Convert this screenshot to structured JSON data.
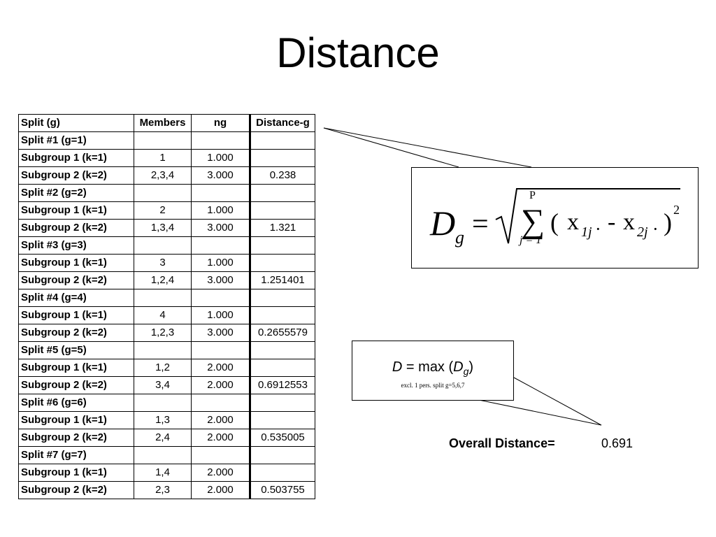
{
  "title": "Distance",
  "table": {
    "headers": [
      "Split (g)",
      "Members",
      "ng",
      "Distance-g"
    ],
    "rows": [
      [
        "Split #1 (g=1)",
        "",
        "",
        ""
      ],
      [
        "Subgroup 1 (k=1)",
        "1",
        "1.000",
        ""
      ],
      [
        "Subgroup 2 (k=2)",
        "2,3,4",
        "3.000",
        "0.238"
      ],
      [
        "Split #2 (g=2)",
        "",
        "",
        ""
      ],
      [
        "Subgroup 1 (k=1)",
        "2",
        "1.000",
        ""
      ],
      [
        "Subgroup 2 (k=2)",
        "1,3,4",
        "3.000",
        "1.321"
      ],
      [
        "Split #3 (g=3)",
        "",
        "",
        ""
      ],
      [
        "Subgroup 1 (k=1)",
        "3",
        "1.000",
        ""
      ],
      [
        "Subgroup 2 (k=2)",
        "1,2,4",
        "3.000",
        "1.251401"
      ],
      [
        "Split #4 (g=4)",
        "",
        "",
        ""
      ],
      [
        "Subgroup 1 (k=1)",
        "4",
        "1.000",
        ""
      ],
      [
        "Subgroup 2 (k=2)",
        "1,2,3",
        "3.000",
        "0.2655579"
      ],
      [
        "Split #5 (g=5)",
        "",
        "",
        ""
      ],
      [
        "Subgroup 1 (k=1)",
        "1,2",
        "2.000",
        ""
      ],
      [
        "Subgroup 2 (k=2)",
        "3,4",
        "2.000",
        "0.6912553"
      ],
      [
        "Split #6 (g=6)",
        "",
        "",
        ""
      ],
      [
        "Subgroup 1 (k=1)",
        "1,3",
        "2.000",
        ""
      ],
      [
        "Subgroup 2 (k=2)",
        "2,4",
        "2.000",
        "0.535005"
      ],
      [
        "Split #7 (g=7)",
        "",
        "",
        ""
      ],
      [
        "Subgroup 1 (k=1)",
        "1,4",
        "2.000",
        ""
      ],
      [
        "Subgroup 2 (k=2)",
        "2,3",
        "2.000",
        "0.503755"
      ]
    ]
  },
  "formula": {
    "lhs": "D",
    "lhs_sub": "g",
    "equals": "=",
    "sum_upper": "P",
    "sum_lower": "j = 1",
    "open_paren": "(",
    "term1": "x",
    "term1_sub": "1j",
    "dot1": "·",
    "minus": "-",
    "term2": "x",
    "term2_sub": "2j",
    "dot2": "·",
    "close_paren": ")",
    "exponent": "2"
  },
  "max_box": {
    "d": "D",
    "eq": " = max (",
    "dg": "D",
    "dg_sub": "g",
    "close": ")",
    "note": "excl. 1 pers. split   g=5,6,7"
  },
  "overall": {
    "label": "Overall Distance=",
    "value": "0.691"
  }
}
